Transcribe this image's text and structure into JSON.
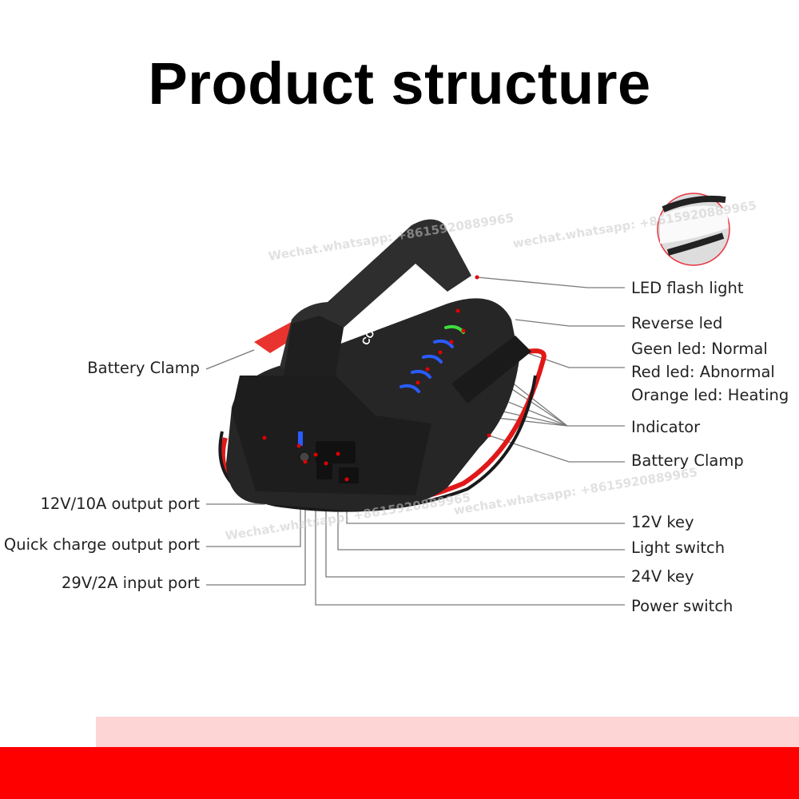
{
  "title": "Product structure",
  "brand": "COSSIFTW",
  "watermark": "Wechat.whatsapp: +8615920889965",
  "watermark2": "wechat.whatsapp: +8615920889965",
  "labels_right": {
    "led_flash_light": "LED flash light",
    "reverse_led": "Reverse led",
    "green_led": "Geen led: Normal",
    "red_led": "Red led: Abnormal",
    "orange_led": "Orange led: Heating",
    "indicator": "Indicator",
    "battery_clamp": "Battery Clamp",
    "key_12v": "12V key",
    "light_switch": "Light switch",
    "key_24v": "24V key",
    "power_switch": "Power switch"
  },
  "labels_left": {
    "battery_clamp": "Battery Clamp",
    "output_port": "12V/10A output port",
    "quick_charge": "Quick charge output port",
    "input_port": "29V/2A input port"
  },
  "colors": {
    "accent_red": "#fe0000",
    "band_pink": "#fdd5d5",
    "led_green": "#3ddc3d",
    "led_blue": "#2a5cff"
  }
}
